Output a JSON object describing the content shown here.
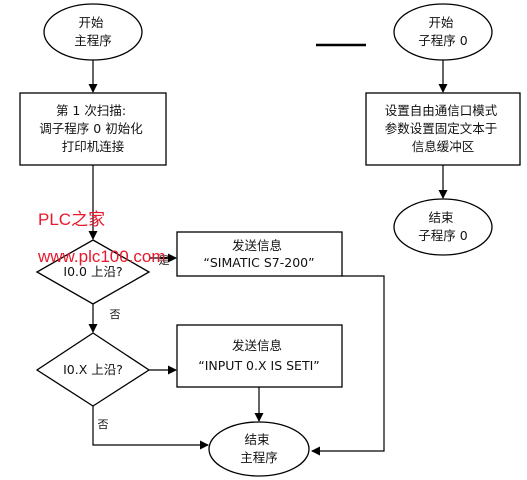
{
  "nodes": {
    "main_start": {
      "lines": [
        "开始",
        "主程序"
      ]
    },
    "first_scan": {
      "lines": [
        "第 1 次扫描:",
        "调子程序 0 初始化",
        "打印机连接"
      ]
    },
    "decision_1": {
      "lines": [
        "I0.0 上沿?"
      ]
    },
    "send_1": {
      "lines": [
        "发送信息",
        "“SIMATIC S7-200”"
      ]
    },
    "decision_2": {
      "lines": [
        "I0.X 上沿?"
      ]
    },
    "send_2": {
      "lines": [
        "发送信息",
        "“INPUT 0.X IS SETI”"
      ]
    },
    "main_end": {
      "lines": [
        "结束",
        "主程序"
      ]
    },
    "sub_start": {
      "lines": [
        "开始",
        "子程序 0"
      ]
    },
    "sub_process": {
      "lines": [
        "设置自由通信口模式",
        "参数设置固定文本于",
        "信息缓冲区"
      ]
    },
    "sub_end": {
      "lines": [
        "结束",
        "子程序 0"
      ]
    }
  },
  "edge_labels": {
    "d1_yes": "是",
    "d1_no": "否",
    "d2_no": "否"
  },
  "watermark": {
    "line1": "PLC之家",
    "line2": "www.plc100.com"
  }
}
